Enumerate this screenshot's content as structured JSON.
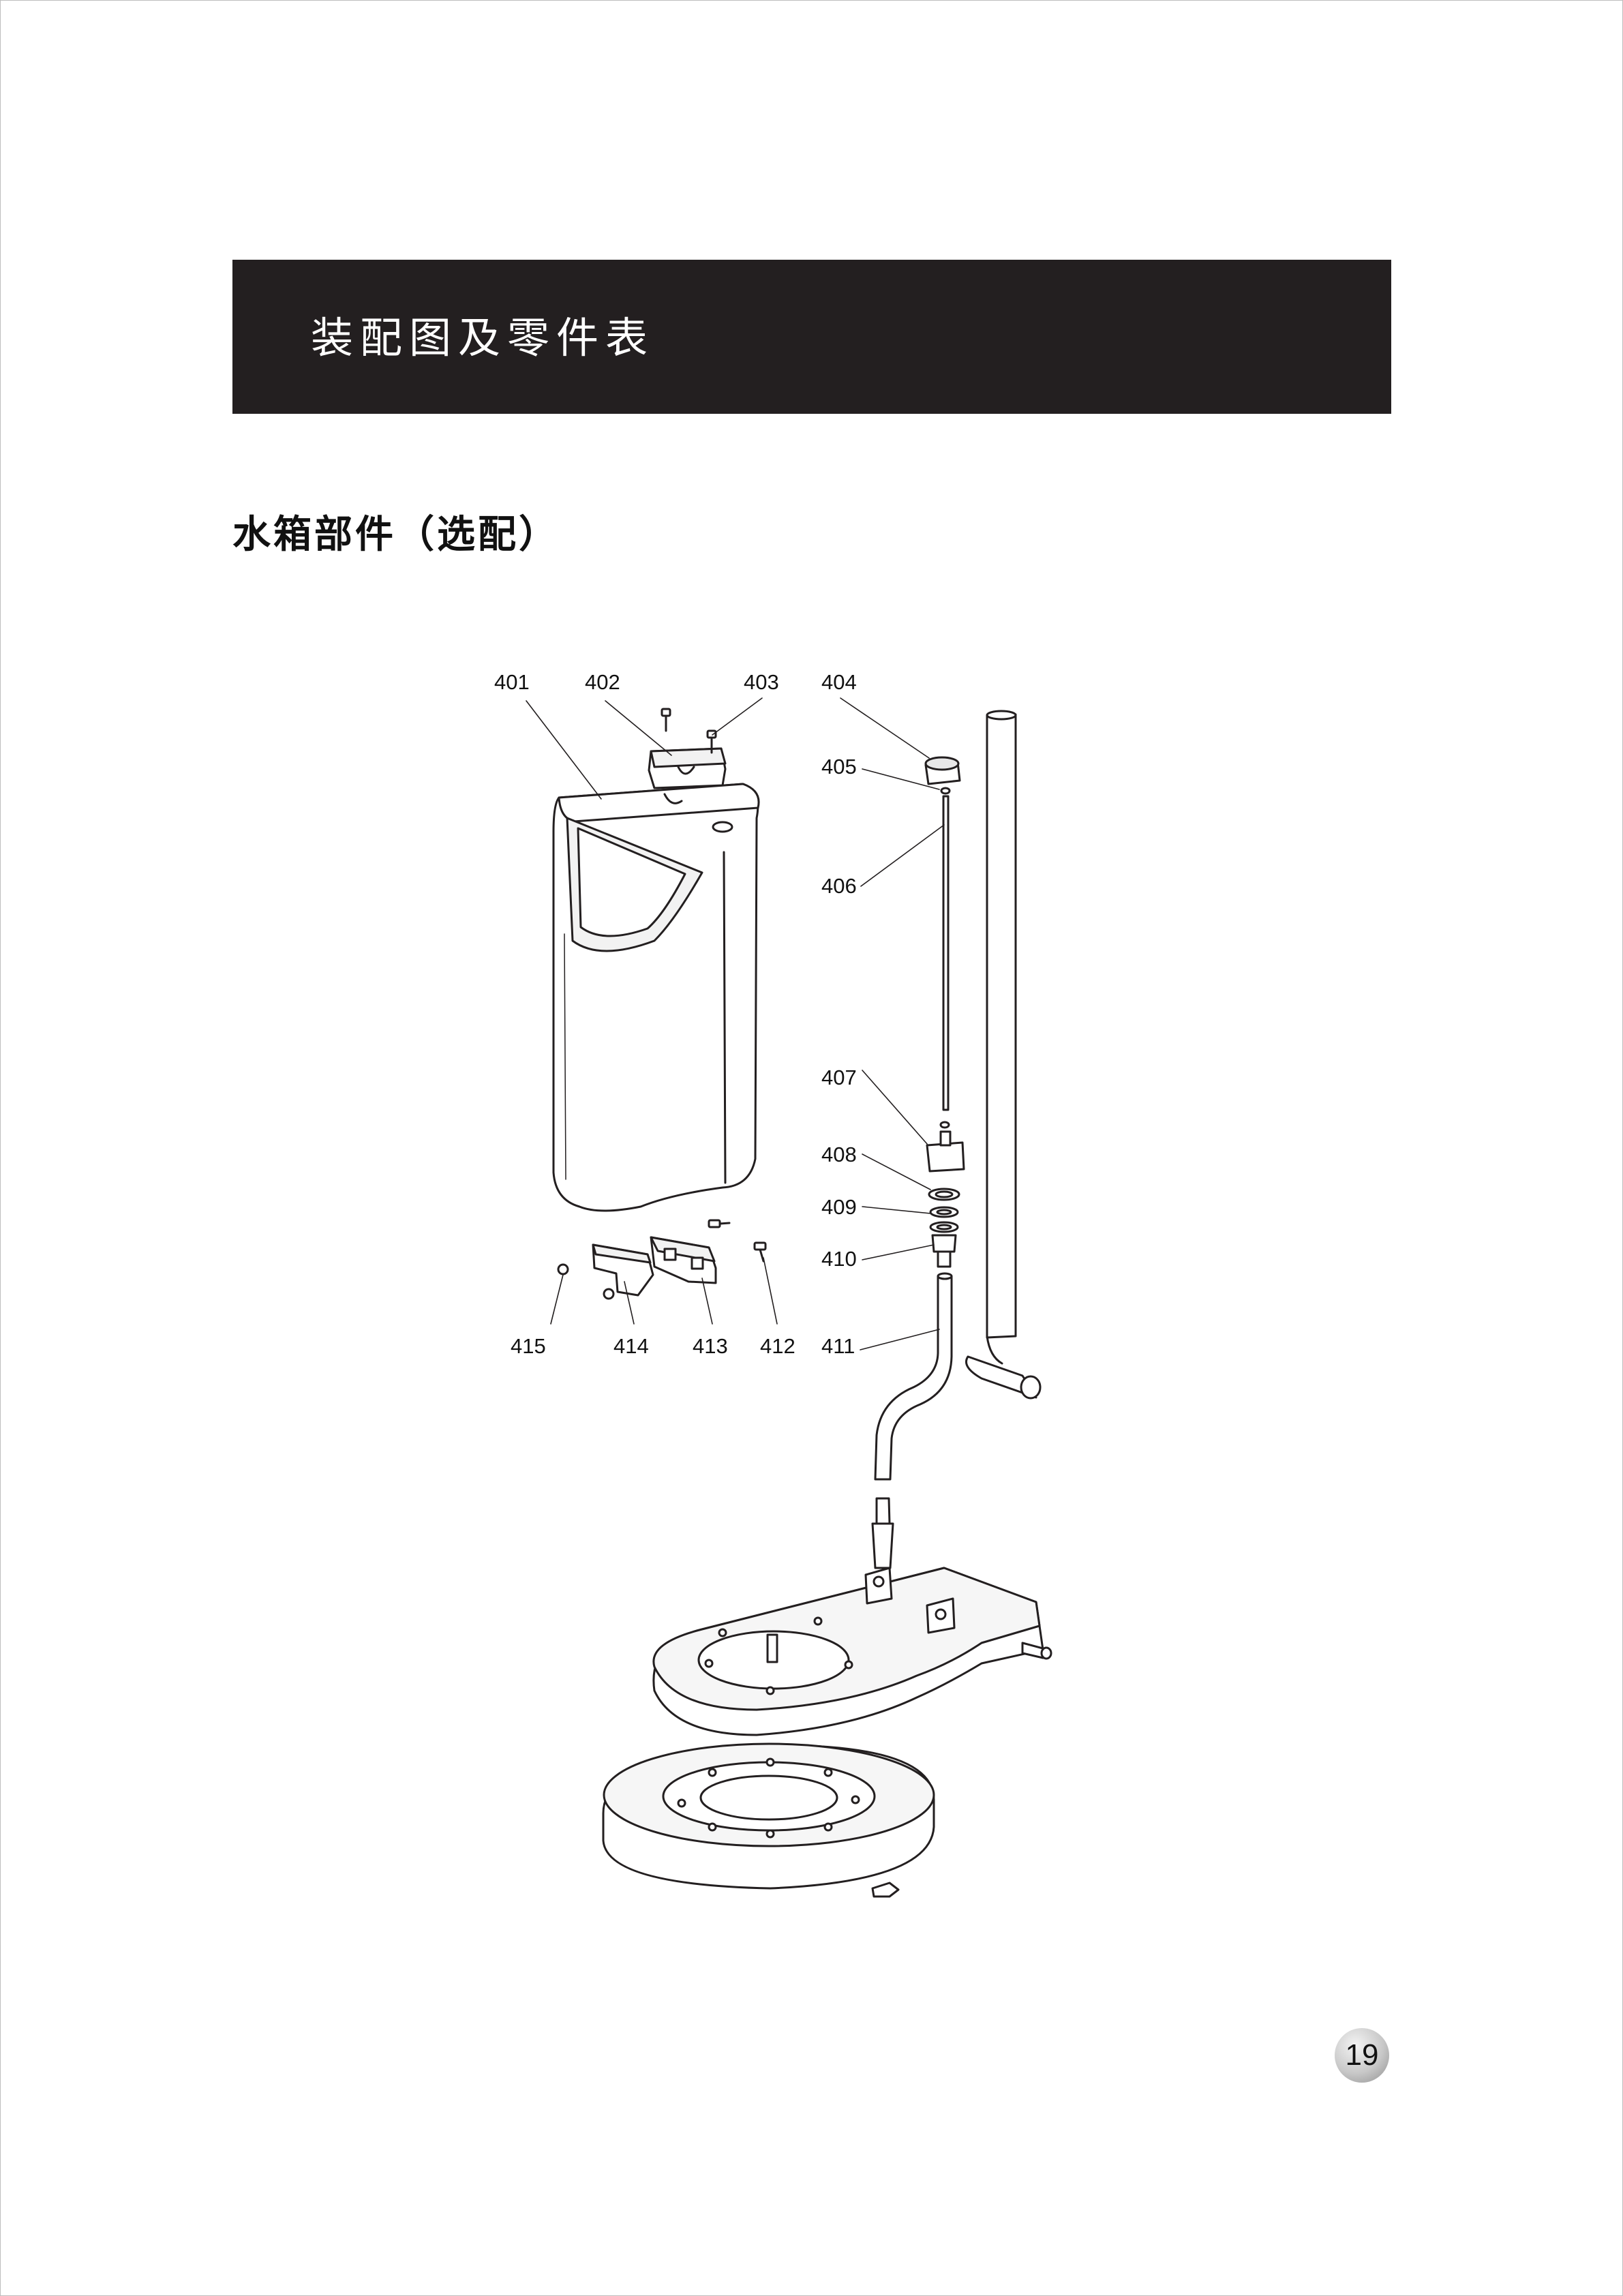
{
  "header": {
    "title": "装配图及零件表"
  },
  "section": {
    "title": "水箱部件（选配）"
  },
  "callouts": {
    "c401": "401",
    "c402": "402",
    "c403": "403",
    "c404": "404",
    "c405": "405",
    "c406": "406",
    "c407": "407",
    "c408": "408",
    "c409": "409",
    "c410": "410",
    "c411": "411",
    "c412": "412",
    "c413": "413",
    "c414": "414",
    "c415": "415"
  },
  "page": {
    "number": "19"
  },
  "colors": {
    "header_bg": "#231f20",
    "header_text": "#ffffff",
    "line": "#231f20"
  }
}
